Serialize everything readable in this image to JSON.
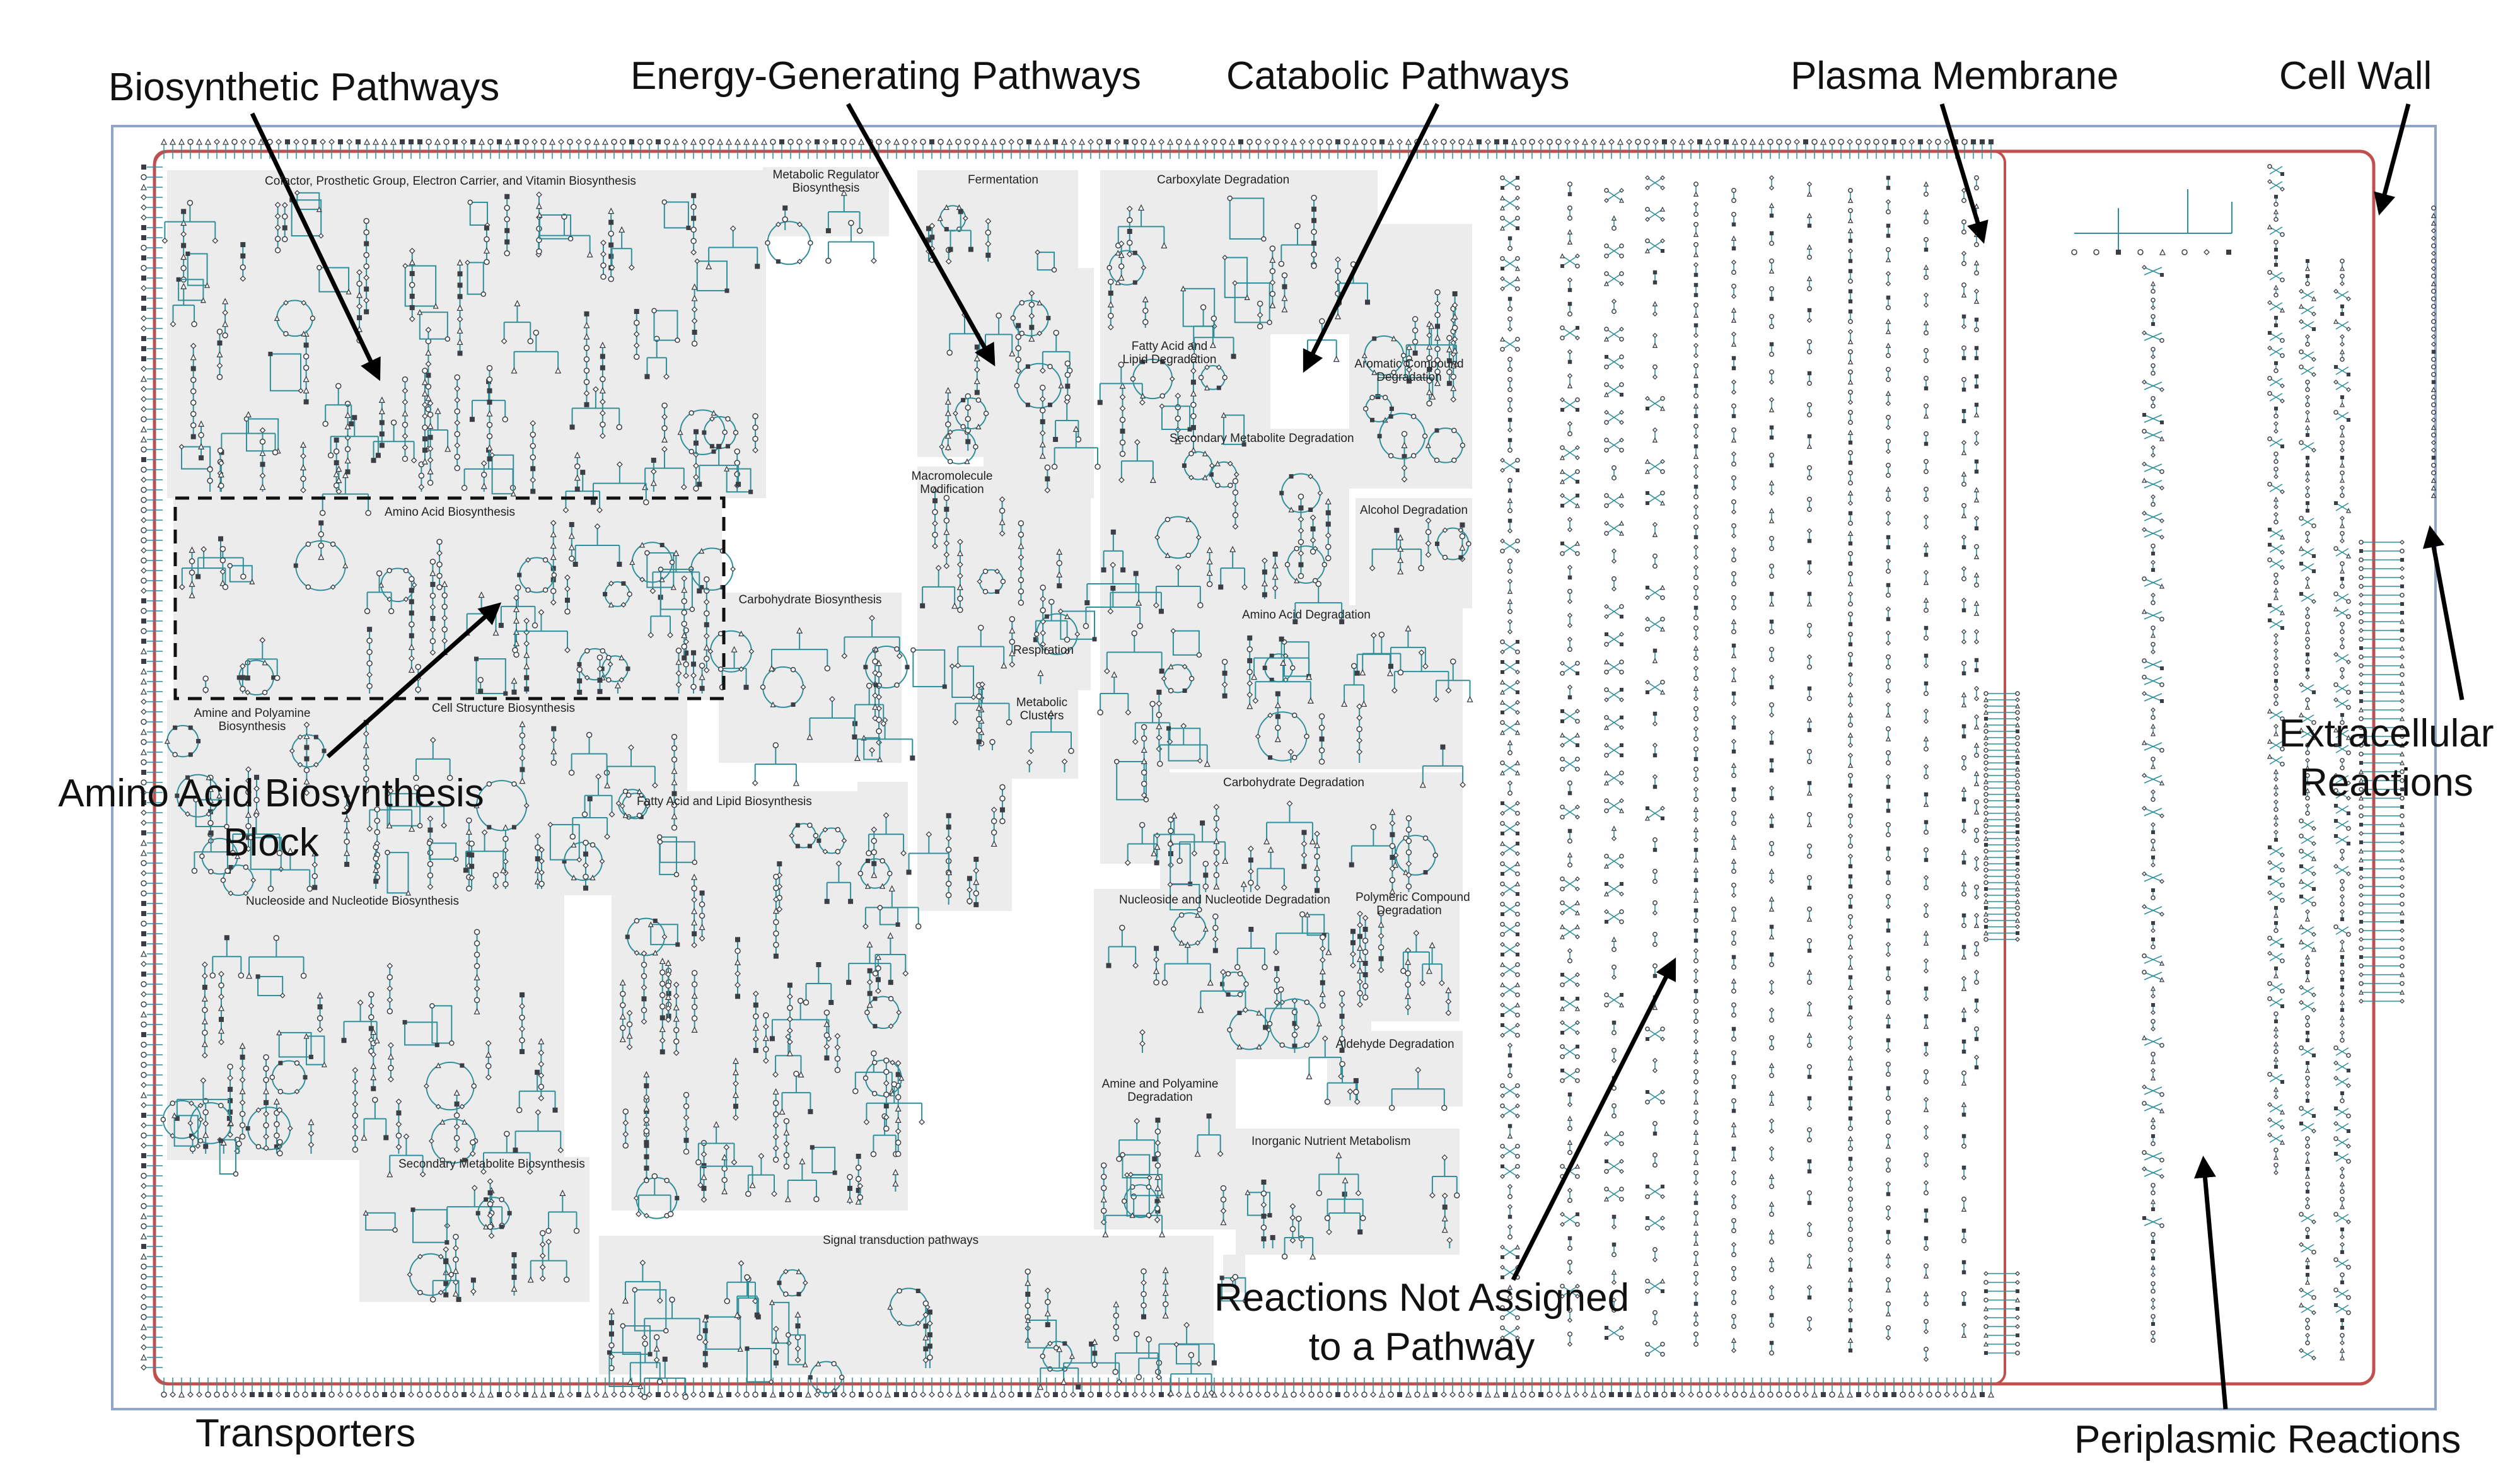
{
  "callouts": {
    "biosynthetic": "Biosynthetic Pathways",
    "energy": "Energy-Generating Pathways",
    "catabolic": "Catabolic Pathways",
    "plasma_membrane": "Plasma Membrane",
    "cell_wall": "Cell Wall",
    "extracellular_line1": "Extracellular",
    "extracellular_line2": "Reactions",
    "aa_block_line1": "Amino Acid Biosynthesis",
    "aa_block_line2": "Block",
    "not_assigned_line1": "Reactions Not Assigned",
    "not_assigned_line2": "to a Pathway",
    "transporters": "Transporters",
    "periplasmic": "Periplasmic Reactions"
  },
  "pathway_labels": {
    "cofactor": "Cofactor, Prosthetic Group, Electron Carrier, and Vitamin Biosynthesis",
    "metabolic_regulator_1": "Metabolic Regulator",
    "metabolic_regulator_2": "Biosynthesis",
    "fermentation": "Fermentation",
    "carboxylate_degradation": "Carboxylate Degradation",
    "fatty_acid_degradation_1": "Fatty Acid and",
    "fatty_acid_degradation_2": "Lipid Degradation",
    "aromatic_degradation_1": "Aromatic Compound",
    "aromatic_degradation_2": "Degradation",
    "secondary_metabolite_degradation": "Secondary Metabolite Degradation",
    "macromolecule_1": "Macromolecule",
    "macromolecule_2": "Modification",
    "alcohol_degradation": "Alcohol Degradation",
    "amino_acid_biosynthesis": "Amino Acid Biosynthesis",
    "carbohydrate_biosynthesis": "Carbohydrate Biosynthesis",
    "amino_acid_degradation": "Amino Acid Degradation",
    "respiration": "Respiration",
    "metabolic_clusters_1": "Metabolic",
    "metabolic_clusters_2": "Clusters",
    "amine_polyamine_biosynthesis_1": "Amine and Polyamine",
    "amine_polyamine_biosynthesis_2": "Biosynthesis",
    "cell_structure": "Cell Structure Biosynthesis",
    "fatty_acid_biosynthesis": "Fatty Acid and Lipid Biosynthesis",
    "carbohydrate_degradation": "Carbohydrate Degradation",
    "nucleoside_biosynthesis": "Nucleoside and Nucleotide Biosynthesis",
    "nucleoside_degradation": "Nucleoside and Nucleotide Degradation",
    "polymeric_degradation_1": "Polymeric Compound",
    "polymeric_degradation_2": "Degradation",
    "aldehyde_degradation": "Aldehyde Degradation",
    "amine_polyamine_degradation_1": "Amine and Polyamine",
    "amine_polyamine_degradation_2": "Degradation",
    "inorganic_nutrient": "Inorganic Nutrient Metabolism",
    "secondary_metabolite_biosynthesis": "Secondary Metabolite Biosynthesis",
    "signal_transduction": "Signal transduction pathways"
  },
  "colors": {
    "plasma_membrane": "#c0504d",
    "cell_wall": "#8ea4c8",
    "tile_background": "#ececec",
    "reaction_line": "#2f8f9a",
    "node_dark": "#3b3f45",
    "arrow": "#000000"
  }
}
